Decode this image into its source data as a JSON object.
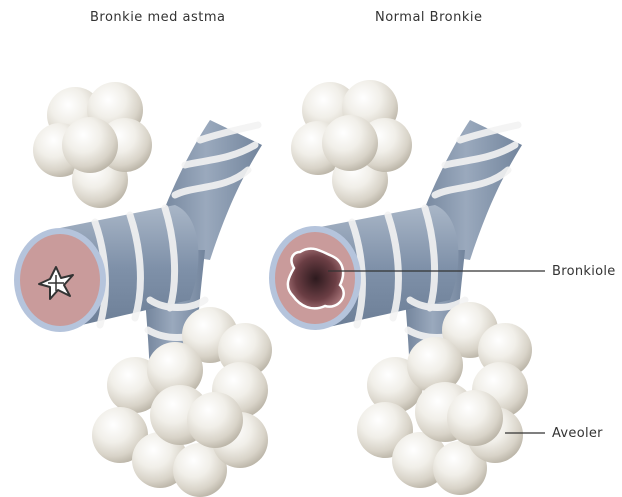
{
  "titles": {
    "left": "Bronkie med astma",
    "right": "Normal Bronkie"
  },
  "labels": {
    "bronkiole": "Bronkiole",
    "aveoler": "Aveoler"
  },
  "colors": {
    "tube": "#8b9cb3",
    "tube_light": "#b7c3d2",
    "band": "#f2f2f2",
    "mucosa": "#c99b9b",
    "lumen": "#6b3e44",
    "alveoli": "#e7e4dc"
  }
}
